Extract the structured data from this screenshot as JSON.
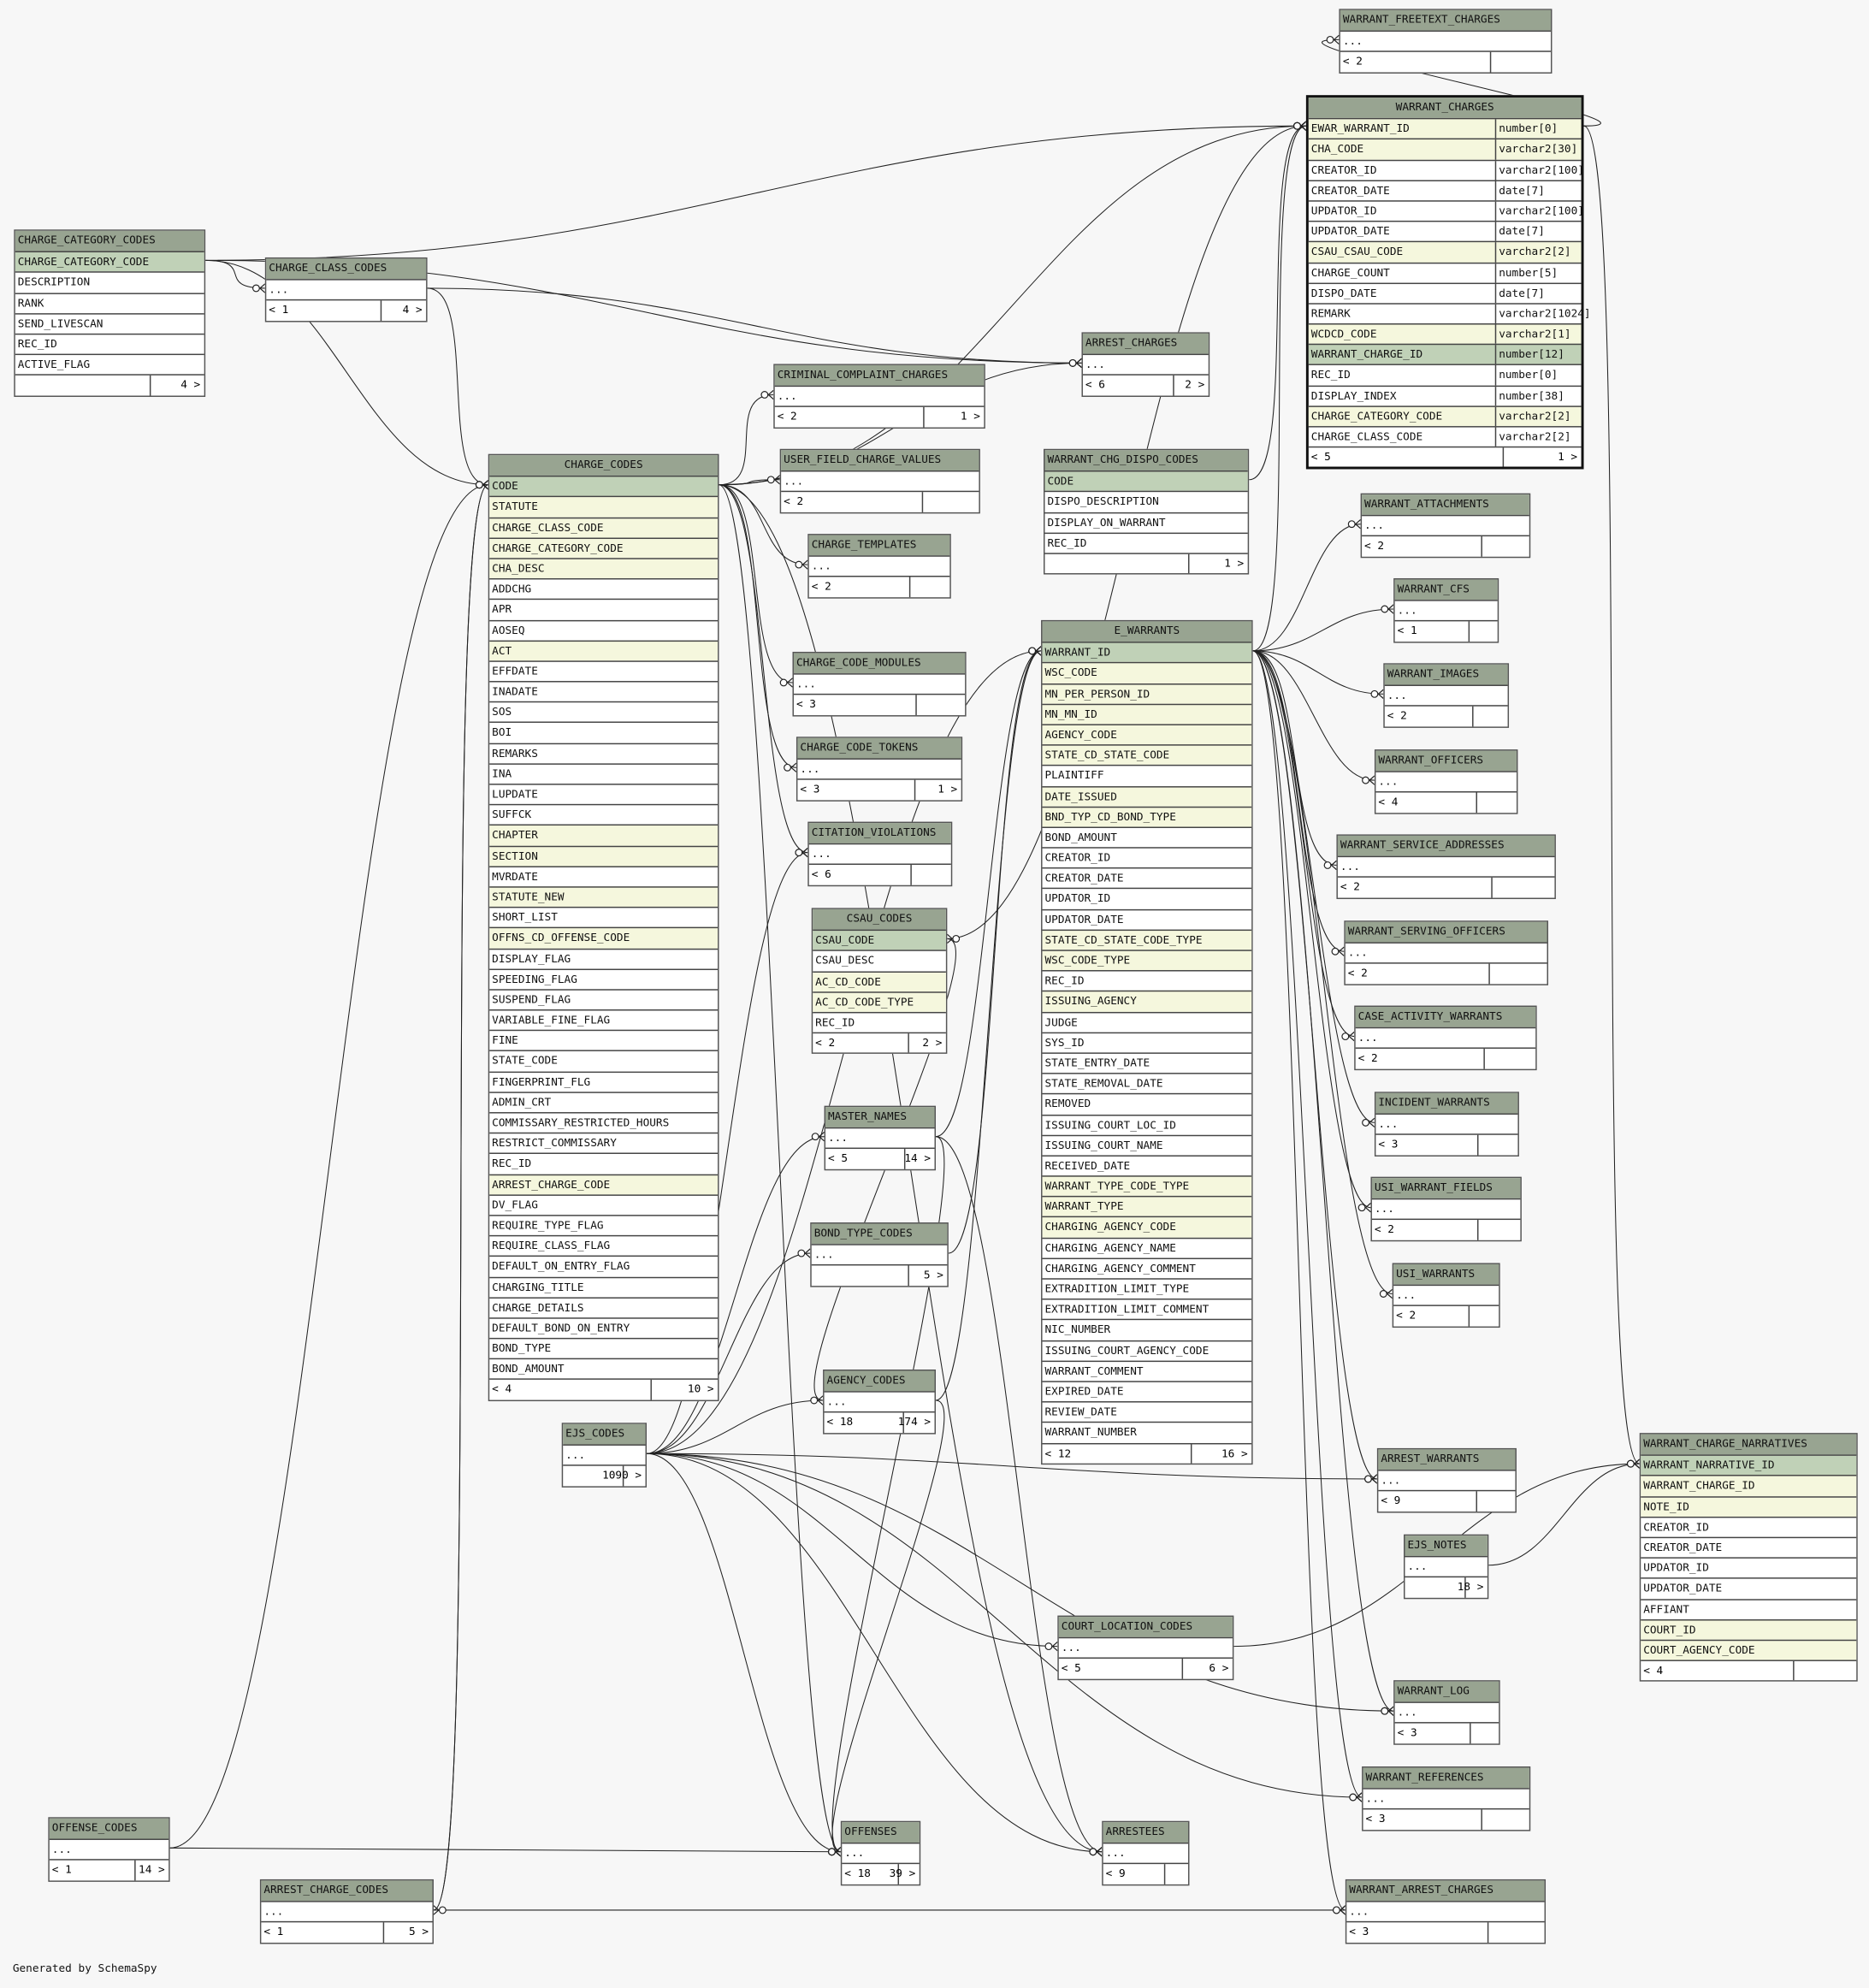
{
  "footer": "Generated by SchemaSpy",
  "tables": [
    {
      "id": "warrant_freetext_charges",
      "name": "WARRANT_FREETEXT_CHARGES",
      "rows": [
        {
          "t": "..."
        }
      ],
      "footer": {
        "left": "< 2",
        "right": ""
      }
    },
    {
      "id": "warrant_charges",
      "name": "WARRANT_CHARGES",
      "selected": true,
      "rows": [
        {
          "t": "EWAR_WARRANT_ID",
          "type": "number[0]",
          "k": "fk"
        },
        {
          "t": "CHA_CODE",
          "type": "varchar2[30]",
          "k": "fk"
        },
        {
          "t": "CREATOR_ID",
          "type": "varchar2[100]"
        },
        {
          "t": "CREATOR_DATE",
          "type": "date[7]"
        },
        {
          "t": "UPDATOR_ID",
          "type": "varchar2[100]"
        },
        {
          "t": "UPDATOR_DATE",
          "type": "date[7]"
        },
        {
          "t": "CSAU_CSAU_CODE",
          "type": "varchar2[2]",
          "k": "fk"
        },
        {
          "t": "CHARGE_COUNT",
          "type": "number[5]"
        },
        {
          "t": "DISPO_DATE",
          "type": "date[7]"
        },
        {
          "t": "REMARK",
          "type": "varchar2[1024]"
        },
        {
          "t": "WCDCD_CODE",
          "type": "varchar2[1]",
          "k": "fk"
        },
        {
          "t": "WARRANT_CHARGE_ID",
          "type": "number[12]",
          "k": "pk"
        },
        {
          "t": "REC_ID",
          "type": "number[0]"
        },
        {
          "t": "DISPLAY_INDEX",
          "type": "number[38]"
        },
        {
          "t": "CHARGE_CATEGORY_CODE",
          "type": "varchar2[2]",
          "k": "fk"
        },
        {
          "t": "CHARGE_CLASS_CODE",
          "type": "varchar2[2]"
        }
      ],
      "footer": {
        "left": "< 5",
        "right": "1 >"
      }
    },
    {
      "id": "charge_category_codes",
      "name": "CHARGE_CATEGORY_CODES",
      "rows": [
        {
          "t": "CHARGE_CATEGORY_CODE",
          "k": "pk"
        },
        {
          "t": "DESCRIPTION"
        },
        {
          "t": "RANK"
        },
        {
          "t": "SEND_LIVESCAN"
        },
        {
          "t": "REC_ID"
        },
        {
          "t": "ACTIVE_FLAG"
        }
      ],
      "footer": {
        "left": "",
        "right": "4 >"
      }
    },
    {
      "id": "charge_class_codes",
      "name": "CHARGE_CLASS_CODES",
      "rows": [
        {
          "t": "..."
        }
      ],
      "footer": {
        "left": "< 1",
        "right": "4 >"
      }
    },
    {
      "id": "arrest_charges",
      "name": "ARREST_CHARGES",
      "rows": [
        {
          "t": "..."
        }
      ],
      "footer": {
        "left": "< 6",
        "right": "2 >"
      }
    },
    {
      "id": "criminal_complaint_charges",
      "name": "CRIMINAL_COMPLAINT_CHARGES",
      "rows": [
        {
          "t": "..."
        }
      ],
      "footer": {
        "left": "< 2",
        "right": "1 >"
      }
    },
    {
      "id": "user_field_charge_values",
      "name": "USER_FIELD_CHARGE_VALUES",
      "rows": [
        {
          "t": "..."
        }
      ],
      "footer": {
        "left": "< 2",
        "right": ""
      }
    },
    {
      "id": "warrant_chg_dispo_codes",
      "name": "WARRANT_CHG_DISPO_CODES",
      "rows": [
        {
          "t": "CODE",
          "k": "pk"
        },
        {
          "t": "DISPO_DESCRIPTION"
        },
        {
          "t": "DISPLAY_ON_WARRANT"
        },
        {
          "t": "REC_ID"
        }
      ],
      "footer": {
        "left": "",
        "right": "1 >"
      }
    },
    {
      "id": "charge_codes",
      "name": "CHARGE_CODES",
      "center": true,
      "rows": [
        {
          "t": "CODE",
          "k": "pk"
        },
        {
          "t": "STATUTE",
          "k": "fk"
        },
        {
          "t": "CHARGE_CLASS_CODE",
          "k": "fk"
        },
        {
          "t": "CHARGE_CATEGORY_CODE",
          "k": "fk"
        },
        {
          "t": "CHA_DESC",
          "k": "fk"
        },
        {
          "t": "ADDCHG"
        },
        {
          "t": "APR"
        },
        {
          "t": "AOSEQ"
        },
        {
          "t": "ACT",
          "k": "fk"
        },
        {
          "t": "EFFDATE"
        },
        {
          "t": "INADATE"
        },
        {
          "t": "SOS"
        },
        {
          "t": "BOI"
        },
        {
          "t": "REMARKS"
        },
        {
          "t": "INA"
        },
        {
          "t": "LUPDATE"
        },
        {
          "t": "SUFFCK"
        },
        {
          "t": "CHAPTER",
          "k": "fk"
        },
        {
          "t": "SECTION",
          "k": "fk"
        },
        {
          "t": "MVRDATE"
        },
        {
          "t": "STATUTE_NEW",
          "k": "fk"
        },
        {
          "t": "SHORT_LIST"
        },
        {
          "t": "OFFNS_CD_OFFENSE_CODE",
          "k": "fk"
        },
        {
          "t": "DISPLAY_FLAG"
        },
        {
          "t": "SPEEDING_FLAG"
        },
        {
          "t": "SUSPEND_FLAG"
        },
        {
          "t": "VARIABLE_FINE_FLAG"
        },
        {
          "t": "FINE"
        },
        {
          "t": "STATE_CODE"
        },
        {
          "t": "FINGERPRINT_FLG"
        },
        {
          "t": "ADMIN_CRT"
        },
        {
          "t": "COMMISSARY_RESTRICTED_HOURS"
        },
        {
          "t": "RESTRICT_COMMISSARY"
        },
        {
          "t": "REC_ID"
        },
        {
          "t": "ARREST_CHARGE_CODE",
          "k": "fk"
        },
        {
          "t": "DV_FLAG"
        },
        {
          "t": "REQUIRE_TYPE_FLAG"
        },
        {
          "t": "REQUIRE_CLASS_FLAG"
        },
        {
          "t": "DEFAULT_ON_ENTRY_FLAG"
        },
        {
          "t": "CHARGING_TITLE"
        },
        {
          "t": "CHARGE_DETAILS"
        },
        {
          "t": "DEFAULT_BOND_ON_ENTRY"
        },
        {
          "t": "BOND_TYPE"
        },
        {
          "t": "BOND_AMOUNT"
        }
      ],
      "footer": {
        "left": "< 4",
        "right": "10 >"
      }
    },
    {
      "id": "charge_templates",
      "name": "CHARGE_TEMPLATES",
      "rows": [
        {
          "t": "..."
        }
      ],
      "footer": {
        "left": "< 2",
        "right": ""
      }
    },
    {
      "id": "warrant_attachments",
      "name": "WARRANT_ATTACHMENTS",
      "rows": [
        {
          "t": "..."
        }
      ],
      "footer": {
        "left": "< 2",
        "right": ""
      }
    },
    {
      "id": "warrant_cfs",
      "name": "WARRANT_CFS",
      "rows": [
        {
          "t": "..."
        }
      ],
      "footer": {
        "left": "< 1",
        "right": ""
      }
    },
    {
      "id": "e_warrants",
      "name": "E_WARRANTS",
      "center": true,
      "rows": [
        {
          "t": "WARRANT_ID",
          "k": "pk"
        },
        {
          "t": "WSC_CODE",
          "k": "fk"
        },
        {
          "t": "MN_PER_PERSON_ID",
          "k": "fk"
        },
        {
          "t": "MN_MN_ID",
          "k": "fk"
        },
        {
          "t": "AGENCY_CODE",
          "k": "fk"
        },
        {
          "t": "STATE_CD_STATE_CODE",
          "k": "fk"
        },
        {
          "t": "PLAINTIFF"
        },
        {
          "t": "DATE_ISSUED",
          "k": "fk"
        },
        {
          "t": "BND_TYP_CD_BOND_TYPE",
          "k": "fk"
        },
        {
          "t": "BOND_AMOUNT"
        },
        {
          "t": "CREATOR_ID"
        },
        {
          "t": "CREATOR_DATE"
        },
        {
          "t": "UPDATOR_ID"
        },
        {
          "t": "UPDATOR_DATE"
        },
        {
          "t": "STATE_CD_STATE_CODE_TYPE",
          "k": "fk"
        },
        {
          "t": "WSC_CODE_TYPE",
          "k": "fk"
        },
        {
          "t": "REC_ID"
        },
        {
          "t": "ISSUING_AGENCY",
          "k": "fk"
        },
        {
          "t": "JUDGE"
        },
        {
          "t": "SYS_ID"
        },
        {
          "t": "STATE_ENTRY_DATE"
        },
        {
          "t": "STATE_REMOVAL_DATE"
        },
        {
          "t": "REMOVED"
        },
        {
          "t": "ISSUING_COURT_LOC_ID"
        },
        {
          "t": "ISSUING_COURT_NAME"
        },
        {
          "t": "RECEIVED_DATE"
        },
        {
          "t": "WARRANT_TYPE_CODE_TYPE",
          "k": "fk"
        },
        {
          "t": "WARRANT_TYPE",
          "k": "fk"
        },
        {
          "t": "CHARGING_AGENCY_CODE",
          "k": "fk"
        },
        {
          "t": "CHARGING_AGENCY_NAME"
        },
        {
          "t": "CHARGING_AGENCY_COMMENT"
        },
        {
          "t": "EXTRADITION_LIMIT_TYPE"
        },
        {
          "t": "EXTRADITION_LIMIT_COMMENT"
        },
        {
          "t": "NIC_NUMBER"
        },
        {
          "t": "ISSUING_COURT_AGENCY_CODE"
        },
        {
          "t": "WARRANT_COMMENT"
        },
        {
          "t": "EXPIRED_DATE"
        },
        {
          "t": "REVIEW_DATE"
        },
        {
          "t": "WARRANT_NUMBER"
        }
      ],
      "footer": {
        "left": "< 12",
        "right": "16 >"
      }
    },
    {
      "id": "charge_code_modules",
      "name": "CHARGE_CODE_MODULES",
      "rows": [
        {
          "t": "..."
        }
      ],
      "footer": {
        "left": "< 3",
        "right": ""
      }
    },
    {
      "id": "warrant_images",
      "name": "WARRANT_IMAGES",
      "rows": [
        {
          "t": "..."
        }
      ],
      "footer": {
        "left": "< 2",
        "right": ""
      }
    },
    {
      "id": "charge_code_tokens",
      "name": "CHARGE_CODE_TOKENS",
      "rows": [
        {
          "t": "..."
        }
      ],
      "footer": {
        "left": "< 3",
        "right": "1 >"
      }
    },
    {
      "id": "warrant_officers",
      "name": "WARRANT_OFFICERS",
      "rows": [
        {
          "t": "..."
        }
      ],
      "footer": {
        "left": "< 4",
        "right": ""
      }
    },
    {
      "id": "citation_violations",
      "name": "CITATION_VIOLATIONS",
      "rows": [
        {
          "t": "..."
        }
      ],
      "footer": {
        "left": "< 6",
        "right": ""
      }
    },
    {
      "id": "warrant_service_addresses",
      "name": "WARRANT_SERVICE_ADDRESSES",
      "rows": [
        {
          "t": "..."
        }
      ],
      "footer": {
        "left": "< 2",
        "right": ""
      }
    },
    {
      "id": "csau_codes",
      "name": "CSAU_CODES",
      "center": true,
      "rows": [
        {
          "t": "CSAU_CODE",
          "k": "pk"
        },
        {
          "t": "CSAU_DESC"
        },
        {
          "t": "AC_CD_CODE",
          "k": "fk"
        },
        {
          "t": "AC_CD_CODE_TYPE",
          "k": "fk"
        },
        {
          "t": "REC_ID"
        }
      ],
      "footer": {
        "left": "< 2",
        "right": "2 >"
      }
    },
    {
      "id": "warrant_serving_officers",
      "name": "WARRANT_SERVING_OFFICERS",
      "rows": [
        {
          "t": "..."
        }
      ],
      "footer": {
        "left": "< 2",
        "right": ""
      }
    },
    {
      "id": "case_activity_warrants",
      "name": "CASE_ACTIVITY_WARRANTS",
      "rows": [
        {
          "t": "..."
        }
      ],
      "footer": {
        "left": "< 2",
        "right": ""
      }
    },
    {
      "id": "master_names",
      "name": "MASTER_NAMES",
      "rows": [
        {
          "t": "..."
        }
      ],
      "footer": {
        "left": "< 5",
        "right": "14 >"
      }
    },
    {
      "id": "incident_warrants",
      "name": "INCIDENT_WARRANTS",
      "rows": [
        {
          "t": "..."
        }
      ],
      "footer": {
        "left": "< 3",
        "right": ""
      }
    },
    {
      "id": "usi_warrant_fields",
      "name": "USI_WARRANT_FIELDS",
      "rows": [
        {
          "t": "..."
        }
      ],
      "footer": {
        "left": "< 2",
        "right": ""
      }
    },
    {
      "id": "bond_type_codes",
      "name": "BOND_TYPE_CODES",
      "rows": [
        {
          "t": "..."
        }
      ],
      "footer": {
        "left": "",
        "right": "5 >"
      }
    },
    {
      "id": "usi_warrants",
      "name": "USI_WARRANTS",
      "rows": [
        {
          "t": "..."
        }
      ],
      "footer": {
        "left": "< 2",
        "right": ""
      }
    },
    {
      "id": "agency_codes",
      "name": "AGENCY_CODES",
      "rows": [
        {
          "t": "..."
        }
      ],
      "footer": {
        "left": "< 18",
        "right": "174 >"
      }
    },
    {
      "id": "ejs_codes",
      "name": "EJS_CODES",
      "rows": [
        {
          "t": "..."
        }
      ],
      "footer": {
        "left": "",
        "right": "1090 >"
      }
    },
    {
      "id": "warrant_charge_narratives",
      "name": "WARRANT_CHARGE_NARRATIVES",
      "rows": [
        {
          "t": "WARRANT_NARRATIVE_ID",
          "k": "pk"
        },
        {
          "t": "WARRANT_CHARGE_ID",
          "k": "fk"
        },
        {
          "t": "NOTE_ID",
          "k": "fk"
        },
        {
          "t": "CREATOR_ID"
        },
        {
          "t": "CREATOR_DATE"
        },
        {
          "t": "UPDATOR_ID"
        },
        {
          "t": "UPDATOR_DATE"
        },
        {
          "t": "AFFIANT"
        },
        {
          "t": "COURT_ID",
          "k": "fk"
        },
        {
          "t": "COURT_AGENCY_CODE",
          "k": "fk"
        }
      ],
      "footer": {
        "left": "< 4",
        "right": ""
      }
    },
    {
      "id": "arrest_warrants",
      "name": "ARREST_WARRANTS",
      "rows": [
        {
          "t": "..."
        }
      ],
      "footer": {
        "left": "< 9",
        "right": ""
      }
    },
    {
      "id": "ejs_notes",
      "name": "EJS_NOTES",
      "rows": [
        {
          "t": "..."
        }
      ],
      "footer": {
        "left": "",
        "right": "18 >"
      }
    },
    {
      "id": "court_location_codes",
      "name": "COURT_LOCATION_CODES",
      "rows": [
        {
          "t": "..."
        }
      ],
      "footer": {
        "left": "< 5",
        "right": "6 >"
      }
    },
    {
      "id": "warrant_log",
      "name": "WARRANT_LOG",
      "rows": [
        {
          "t": "..."
        }
      ],
      "footer": {
        "left": "< 3",
        "right": ""
      }
    },
    {
      "id": "warrant_references",
      "name": "WARRANT_REFERENCES",
      "rows": [
        {
          "t": "..."
        }
      ],
      "footer": {
        "left": "< 3",
        "right": ""
      }
    },
    {
      "id": "offense_codes",
      "name": "OFFENSE_CODES",
      "rows": [
        {
          "t": "..."
        }
      ],
      "footer": {
        "left": "< 1",
        "right": "14 >"
      }
    },
    {
      "id": "offenses",
      "name": "OFFENSES",
      "rows": [
        {
          "t": "..."
        }
      ],
      "footer": {
        "left": "< 18",
        "right": "39 >"
      }
    },
    {
      "id": "arrestees",
      "name": "ARRESTEES",
      "rows": [
        {
          "t": "..."
        }
      ],
      "footer": {
        "left": "< 9",
        "right": ""
      }
    },
    {
      "id": "arrest_charge_codes",
      "name": "ARREST_CHARGE_CODES",
      "rows": [
        {
          "t": "..."
        }
      ],
      "footer": {
        "left": "< 1",
        "right": "5 >"
      }
    },
    {
      "id": "warrant_arrest_charges",
      "name": "WARRANT_ARREST_CHARGES",
      "rows": [
        {
          "t": "..."
        }
      ],
      "footer": {
        "left": "< 3",
        "right": ""
      }
    }
  ],
  "relationships": [
    [
      "warrant_freetext_charges",
      "warrant_charges"
    ],
    [
      "warrant_charges",
      "e_warrants"
    ],
    [
      "warrant_charges",
      "charge_codes"
    ],
    [
      "warrant_charges",
      "csau_codes"
    ],
    [
      "warrant_charges",
      "warrant_chg_dispo_codes"
    ],
    [
      "warrant_charges",
      "charge_category_codes"
    ],
    [
      "warrant_charge_narratives",
      "warrant_charges"
    ],
    [
      "charge_codes",
      "charge_class_codes"
    ],
    [
      "charge_codes",
      "charge_category_codes"
    ],
    [
      "charge_codes",
      "offense_codes"
    ],
    [
      "charge_codes",
      "arrest_charge_codes"
    ],
    [
      "charge_class_codes",
      "charge_category_codes"
    ],
    [
      "arrest_charges",
      "charge_codes"
    ],
    [
      "arrest_charges",
      "charge_category_codes"
    ],
    [
      "arrest_charges",
      "charge_class_codes"
    ],
    [
      "criminal_complaint_charges",
      "charge_codes"
    ],
    [
      "user_field_charge_values",
      "charge_codes"
    ],
    [
      "charge_templates",
      "charge_codes"
    ],
    [
      "charge_code_modules",
      "charge_codes"
    ],
    [
      "charge_code_tokens",
      "charge_codes"
    ],
    [
      "citation_violations",
      "charge_codes"
    ],
    [
      "offenses",
      "charge_codes"
    ],
    [
      "arrestees",
      "charge_codes"
    ],
    [
      "e_warrants",
      "agency_codes"
    ],
    [
      "e_warrants",
      "master_names"
    ],
    [
      "e_warrants",
      "bond_type_codes"
    ],
    [
      "e_warrants",
      "ejs_codes"
    ],
    [
      "csau_codes",
      "agency_codes"
    ],
    [
      "warrant_attachments",
      "e_warrants"
    ],
    [
      "warrant_cfs",
      "e_warrants"
    ],
    [
      "warrant_images",
      "e_warrants"
    ],
    [
      "warrant_officers",
      "e_warrants"
    ],
    [
      "warrant_service_addresses",
      "e_warrants"
    ],
    [
      "warrant_serving_officers",
      "e_warrants"
    ],
    [
      "case_activity_warrants",
      "e_warrants"
    ],
    [
      "incident_warrants",
      "e_warrants"
    ],
    [
      "usi_warrant_fields",
      "e_warrants"
    ],
    [
      "usi_warrants",
      "e_warrants"
    ],
    [
      "arrest_warrants",
      "e_warrants"
    ],
    [
      "warrant_log",
      "e_warrants"
    ],
    [
      "warrant_references",
      "e_warrants"
    ],
    [
      "warrant_arrest_charges",
      "e_warrants"
    ],
    [
      "warrant_arrest_charges",
      "arrest_charge_codes"
    ],
    [
      "warrant_charge_narratives",
      "ejs_notes"
    ],
    [
      "warrant_charge_narratives",
      "court_location_codes"
    ],
    [
      "court_location_codes",
      "ejs_codes"
    ],
    [
      "offenses",
      "offense_codes"
    ],
    [
      "offenses",
      "ejs_codes"
    ],
    [
      "offenses",
      "agency_codes"
    ],
    [
      "offenses",
      "master_names"
    ],
    [
      "arrestees",
      "ejs_codes"
    ],
    [
      "arrestees",
      "master_names"
    ],
    [
      "arrest_warrants",
      "ejs_codes"
    ],
    [
      "warrant_log",
      "ejs_codes"
    ],
    [
      "warrant_references",
      "ejs_codes"
    ],
    [
      "citation_violations",
      "ejs_codes"
    ],
    [
      "agency_codes",
      "ejs_codes"
    ],
    [
      "master_names",
      "ejs_codes"
    ],
    [
      "bond_type_codes",
      "ejs_codes"
    ],
    [
      "arrest_charge_codes",
      "charge_codes"
    ]
  ]
}
